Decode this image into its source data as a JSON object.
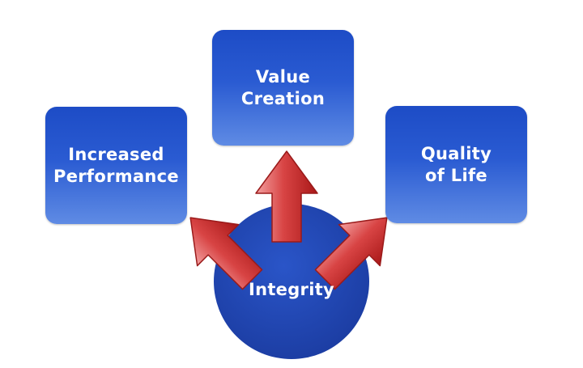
{
  "diagram": {
    "center": {
      "label": "Integrity"
    },
    "nodes": {
      "top": {
        "line1": "Value",
        "line2": "Creation"
      },
      "left": {
        "line1": "Increased",
        "line2": "Performance"
      },
      "right": {
        "line1": "Quality",
        "line2": "of Life"
      }
    },
    "colors": {
      "box_top": "#1d4cc6",
      "box_bottom": "#5f8be4",
      "circle": "#1f44b4",
      "arrow_light": "#f08f8f",
      "arrow_dark": "#b81e1e"
    }
  }
}
